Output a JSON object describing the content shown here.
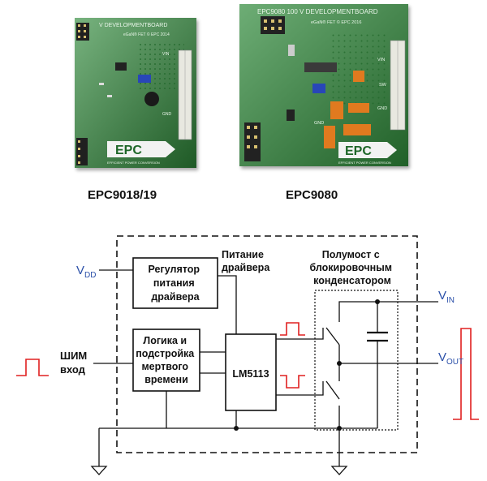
{
  "photos": {
    "left_caption": "EPC9018/19",
    "right_caption": "EPC9080",
    "left_board": {
      "silk_top": "V DEVELOPMENTBOARD",
      "silk_brand": "eGaN® FET  ©  EPC 2014",
      "silk_vin": "VIN",
      "silk_gnd": "GND",
      "logo": "EPC",
      "logo_sub": "EFFICIENT POWER CONVERSION"
    },
    "right_board": {
      "silk_top": "EPC9080 100 V  DEVELOPMENTBOARD",
      "silk_brand": "eGaN® FET  ©  EPC 2016",
      "silk_vin": "VIN",
      "silk_sw": "SW",
      "silk_gnd": "GND",
      "silk_gnd2": "GND",
      "logo": "EPC",
      "logo_sub": "EFFICIENT POWER CONVERSION"
    }
  },
  "schematic": {
    "vdd_main": "V",
    "vdd_sub": "DD",
    "vin_main": "V",
    "vin_sub": "IN",
    "vout_main": "V",
    "vout_sub": "OUT",
    "pwm_line1": "ШИМ",
    "pwm_line2": "вход",
    "block_regulator": [
      "Регулятор",
      "питания",
      "драйвера"
    ],
    "block_logic": [
      "Логика и",
      "подстройка",
      "мертвого",
      "времени"
    ],
    "block_driver": "LM5113",
    "label_driver_power": [
      "Питание",
      "драйвера"
    ],
    "label_halfbridge": [
      "Полумост с",
      "блокировочным",
      "конденсатором"
    ]
  },
  "colors": {
    "pcb_green": "#2f8a3a",
    "pcb_dark": "#1e6628",
    "copper": "#e07a1f",
    "signal_red": "#e02020",
    "rail_blue": "#2a4fa8",
    "line": "#111111"
  }
}
